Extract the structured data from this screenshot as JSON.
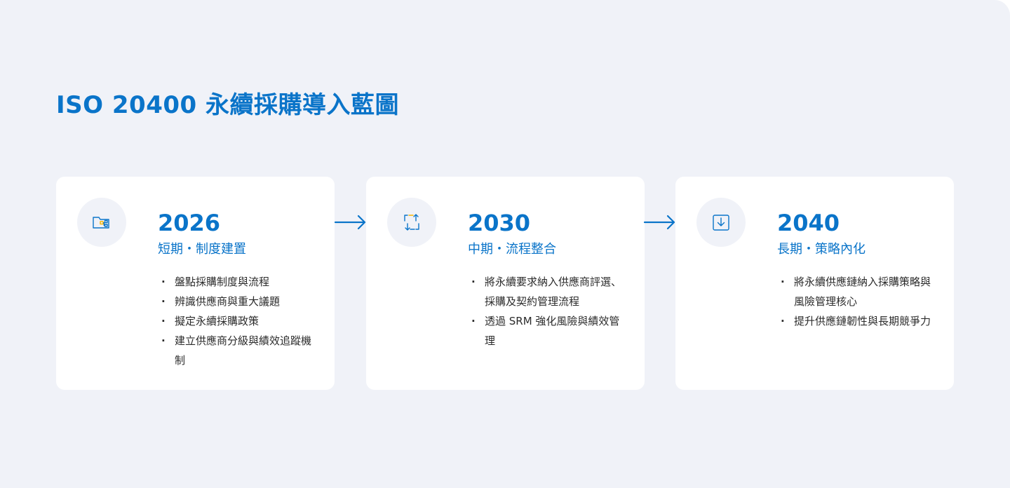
{
  "title": "ISO 20400 永續採購導入藍圖",
  "colors": {
    "accent": "#0a74c9",
    "background": "#f0f2f8",
    "card": "#ffffff",
    "body_text": "#2b2b2b",
    "icon_highlight": "#f5b400"
  },
  "arrows": [
    {
      "icon": "arrow-right-icon"
    },
    {
      "icon": "arrow-right-icon"
    }
  ],
  "stages": [
    {
      "icon": "folder-network-icon",
      "year": "2026",
      "phase": "短期・制度建置",
      "items": [
        "盤點採購制度與流程",
        "辨識供應商與重大議題",
        "擬定永續採購政策",
        "建立供應商分級與績效追蹤機制"
      ]
    },
    {
      "icon": "sync-arrows-icon",
      "year": "2030",
      "phase": "中期・流程整合",
      "items": [
        "將永續要求納入供應商評選、採購及契約管理流程",
        "透過 SRM 強化風險與績效管理"
      ]
    },
    {
      "icon": "download-tray-icon",
      "year": "2040",
      "phase": "長期・策略內化",
      "items": [
        "將永續供應鏈納入採購策略與風險管理核心",
        "提升供應鏈韌性與長期競爭力"
      ]
    }
  ]
}
